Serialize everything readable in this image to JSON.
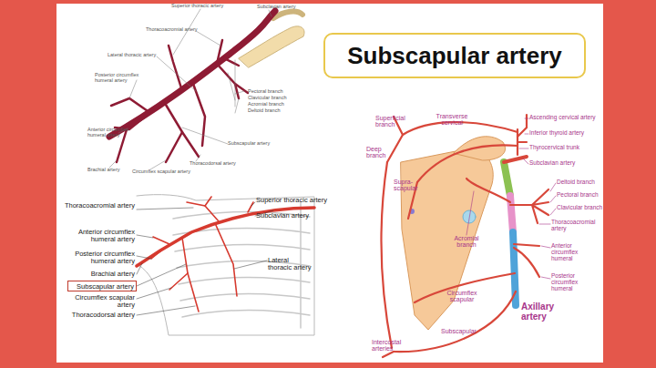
{
  "diagram": {
    "title": "Subscapular artery",
    "nodes": [
      {
        "text": [
          "Subscapular artery"
        ]
      }
    ],
    "labels": [
      "Superior thoracic artery",
      "Subclavian artery",
      "Thoracoacromial artery",
      "Lateral thoracic artery",
      "Posterior circumflex humeral artery",
      "Pectoral branch",
      "Clavicular branch",
      "Acromial branch",
      "Deltoid branch",
      "Subscapular artery",
      "Anterior circumflex humeral artery",
      "Brachial artery",
      "Circumflex scapular artery",
      "Thoracodorsal artery",
      "Thoracoacromial artery",
      "Anterior circumflex humeral artery",
      "Posterior circumflex humeral artery",
      "Brachial artery",
      "Circumflex scapular artery",
      "Thoracodorsal artery",
      "Superior thoracic artery",
      "Subclavian artery",
      "Lateral thoracic artery",
      "Superficial branch",
      "Transverse cervical",
      "Ascending cervical artery",
      "Inferior thyroid artery",
      "Thyrocervical trunk",
      "Subclavian artery",
      "Deep branch",
      "Supra-scapular",
      "Acromial branch",
      "Deltoid branch",
      "Pectoral branch",
      "Clavicular branch",
      "Thoracoacromial artery",
      "Anterior circumflex humeral",
      "Posterior circumflex humeral",
      "Axillary artery",
      "Circumflex scapular",
      "Subscapular",
      "Intercostal arteries"
    ]
  }
}
